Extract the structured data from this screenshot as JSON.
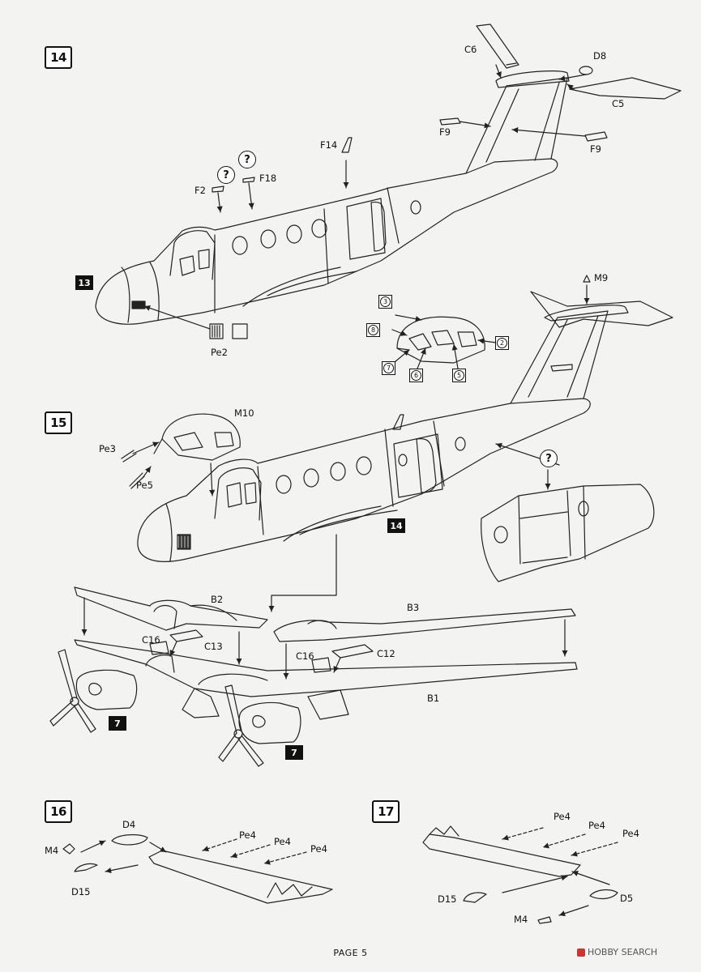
{
  "steps": {
    "s14": "14",
    "s15": "15",
    "s16": "16",
    "s17": "17"
  },
  "refs": {
    "r13": "13",
    "r14": "14",
    "r7a": "7",
    "r7b": "7"
  },
  "question_mark": "?",
  "labels": {
    "C6": "C6",
    "D8": "D8",
    "C5": "C5",
    "F9a": "F9",
    "F9b": "F9",
    "F14": "F14",
    "F2": "F2",
    "F18": "F18",
    "Pe2": "Pe2",
    "M9": "M9",
    "M10": "M10",
    "Pe3": "Pe3",
    "Pe5": "Pe5",
    "B2": "B2",
    "B3": "B3",
    "B1": "B1",
    "C16a": "C16",
    "C13": "C13",
    "C16b": "C16",
    "C12": "C12",
    "D4": "D4",
    "M4a": "M4",
    "D15a": "D15",
    "Pe4a": "Pe4",
    "Pe4b": "Pe4",
    "Pe4c": "Pe4",
    "Pe4d": "Pe4",
    "Pe4e": "Pe4",
    "Pe4f": "Pe4",
    "D15b": "D15",
    "D5": "D5",
    "M4b": "M4"
  },
  "clear_parts": {
    "p3": "3",
    "p8": "8",
    "p2": "2",
    "p7": "7",
    "p6": "6",
    "p5": "5"
  },
  "footer": {
    "page": "PAGE 5"
  },
  "watermark": {
    "text": "HOBBY SEARCH"
  }
}
